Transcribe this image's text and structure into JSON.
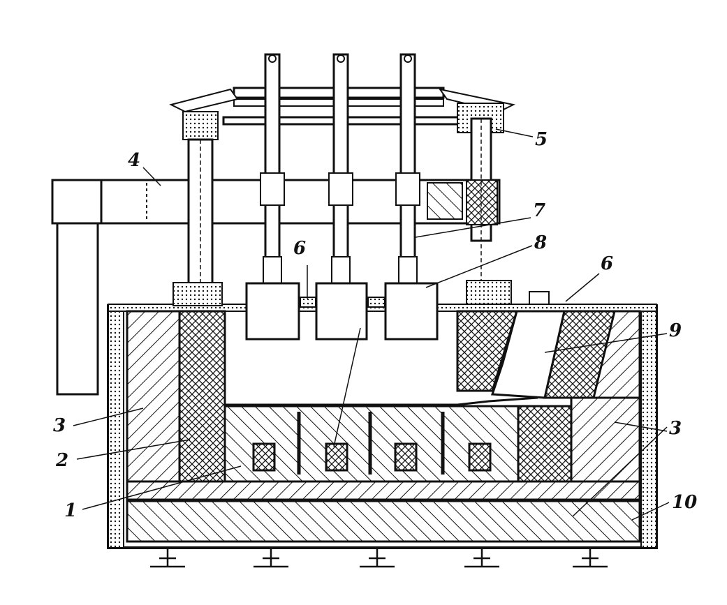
{
  "diagram": {
    "labels": {
      "l1": "1",
      "l2": "2",
      "l3_left": "3",
      "l3_right": "3",
      "l4": "4",
      "l5": "5",
      "l6_left": "6",
      "l6_right": "6",
      "l7": "7",
      "l8": "8",
      "l9": "9",
      "l10": "10"
    },
    "colors": {
      "ink": "#111111",
      "paper": "#ffffff"
    }
  }
}
